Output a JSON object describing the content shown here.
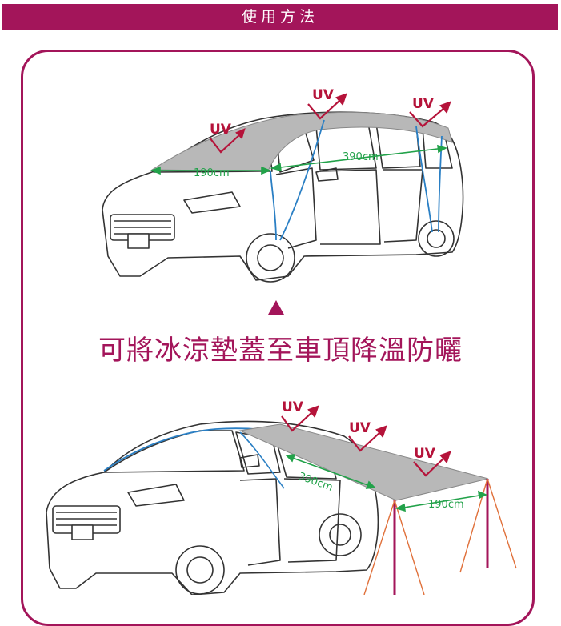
{
  "header": {
    "title": "使用方法"
  },
  "caption": {
    "text": "可將冰涼墊蓋至車頂降溫防曬"
  },
  "top_figure": {
    "uv_labels": [
      "UV",
      "UV",
      "UV"
    ],
    "dimension_labels": [
      "190cm",
      "390cm"
    ]
  },
  "bottom_figure": {
    "uv_labels": [
      "UV",
      "UV",
      "UV"
    ],
    "dimension_labels": [
      "390cm",
      "190cm"
    ]
  },
  "colors": {
    "accent": "#a3155a",
    "uv_red": "#b5133a",
    "dim_green": "#22a24a",
    "strap_blue": "#2a7fc4",
    "cover_gray": "#b8b8b8"
  }
}
